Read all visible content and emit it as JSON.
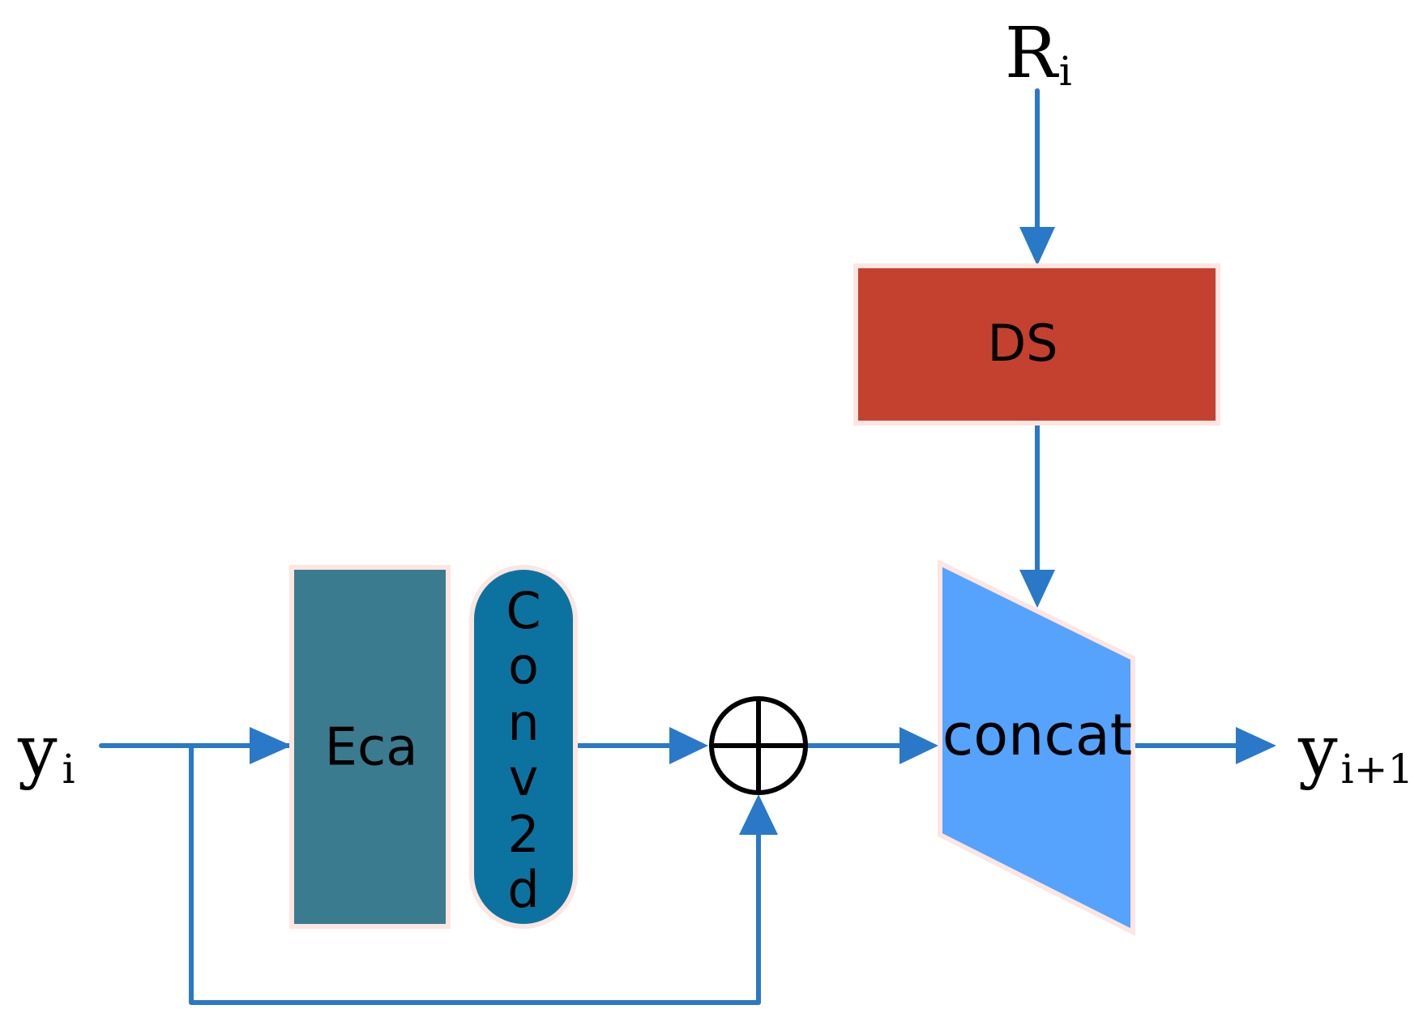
{
  "labels": {
    "input": {
      "base": "y",
      "sub": "i"
    },
    "side_input": {
      "base": "R",
      "sub": "i"
    },
    "output": {
      "base": "y",
      "sub": "i+1"
    }
  },
  "blocks": {
    "ds": {
      "label": "DS",
      "color": "#c44130"
    },
    "eca": {
      "label": "Eca",
      "color": "#3a7b8f"
    },
    "conv2d": {
      "chars": [
        "C",
        "o",
        "n",
        "v",
        "2",
        "d"
      ],
      "color": "#0c73a1"
    },
    "concat": {
      "label": "concat",
      "color": "#55a3fd"
    }
  },
  "colors": {
    "wire": "#2a78c8",
    "block_border": "#fde5e2"
  }
}
